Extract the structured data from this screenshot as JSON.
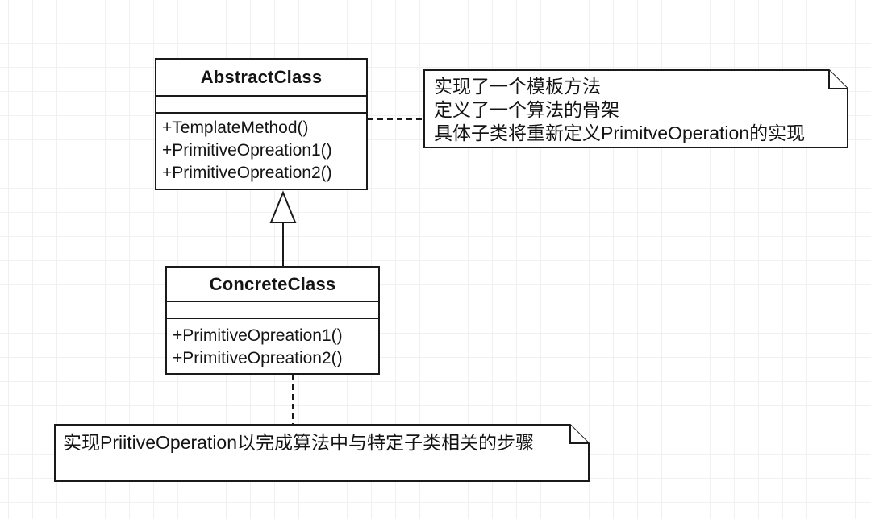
{
  "colors": {
    "stroke": "#1a1a1a",
    "shape_fill": "#ffffff",
    "grid_line": "#f0f0f0",
    "background": "#ffffff",
    "text": "#141414"
  },
  "classes": {
    "abstract": {
      "name": "AbstractClass",
      "methods": [
        "+TemplateMethod()",
        "+PrimitiveOpreation1()",
        "+PrimitiveOpreation2()"
      ]
    },
    "concrete": {
      "name": "ConcreteClass",
      "methods": [
        "+PrimitiveOpreation1()",
        "+PrimitiveOpreation2()"
      ]
    }
  },
  "notes": {
    "abstract_note": {
      "lines": [
        "实现了一个模板方法",
        "定义了一个算法的骨架",
        "具体子类将重新定义PrimitveOperation的实现"
      ]
    },
    "concrete_note": {
      "lines": [
        "实现PriitiveOperation以完成算法中与特定子类相关的步骤"
      ]
    }
  },
  "relations": {
    "inheritance": "ConcreteClass --|> AbstractClass"
  }
}
